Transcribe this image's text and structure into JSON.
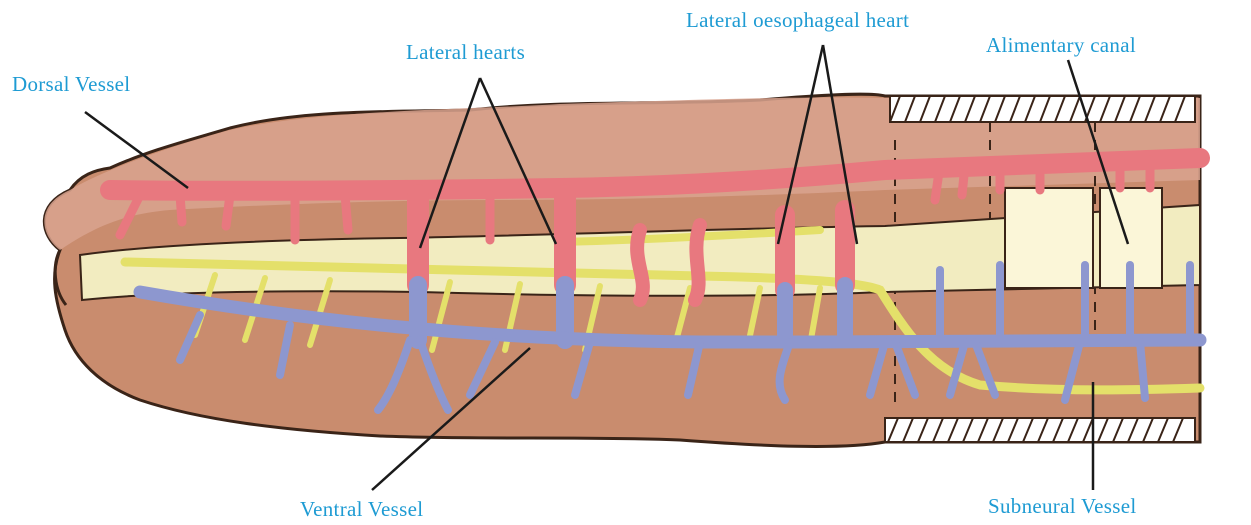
{
  "labels": {
    "dorsal_vessel": "Dorsal Vessel",
    "lateral_hearts": "Lateral hearts",
    "lateral_oesophageal_heart": "Lateral oesophageal heart",
    "alimentary_canal": "Alimentary canal",
    "ventral_vessel": "Ventral Vessel",
    "subneural_vessel": "Subneural Vessel"
  },
  "colors": {
    "label_text": "#1e9bd3",
    "leader_line": "#1a1a1a",
    "body_wall": "#c98c6e",
    "body_outline": "#3a2418",
    "dorsal_vessel": "#e8787f",
    "ventral_vessel": "#8d97cf",
    "nerve_cord": "#e4e06a",
    "gut_lumen": "#f2ecc0"
  }
}
